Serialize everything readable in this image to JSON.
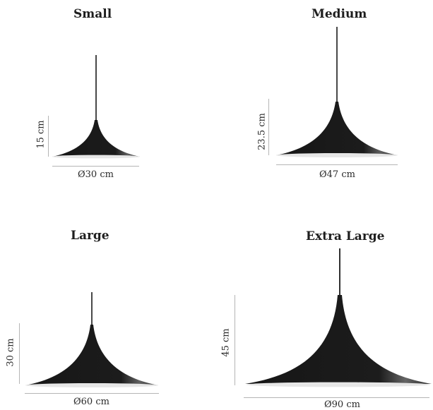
{
  "variants": [
    {
      "id": "small",
      "title": "Small",
      "height_label": "15 cm",
      "diameter_label": "Ø30 cm"
    },
    {
      "id": "medium",
      "title": "Medium",
      "height_label": "23.5 cm",
      "diameter_label": "Ø47 cm"
    },
    {
      "id": "large",
      "title": "Large",
      "height_label": "30 cm",
      "diameter_label": "Ø60 cm"
    },
    {
      "id": "xlarge",
      "title": "Extra Large",
      "height_label": "45 cm",
      "diameter_label": "Ø90 cm"
    }
  ],
  "colors": {
    "shade_dark": "#161616",
    "shade_highlight": "#6a6a6a",
    "inner_rim": "#e6e6e6",
    "rule": "#b5b5b5"
  },
  "icons": [
    "pendant-lamp-icon"
  ]
}
